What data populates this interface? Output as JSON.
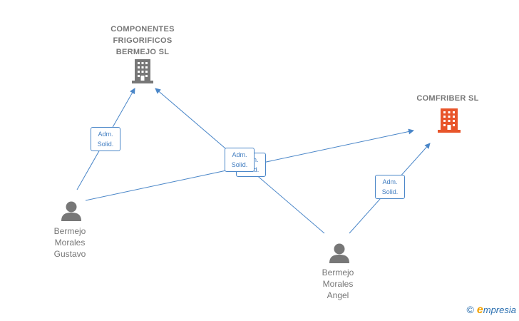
{
  "companies": [
    {
      "name": "COMPONENTES\nFRIGORIFICOS\nBERMEJO  SL",
      "color": "#777777",
      "icon": "building-icon"
    },
    {
      "name": "COMFRIBER SL",
      "color": "#e8552a",
      "icon": "building-icon"
    }
  ],
  "persons": [
    {
      "name": "Bermejo\nMorales\nGustavo",
      "icon": "person-icon"
    },
    {
      "name": "Bermejo\nMorales\nAngel",
      "icon": "person-icon"
    }
  ],
  "roles": {
    "line1": "Adm.",
    "line2": "Solid."
  },
  "edge_color": "#4a86c8",
  "watermark": {
    "symbol": "©",
    "brand_initial": "e",
    "brand_rest": "mpresia"
  }
}
